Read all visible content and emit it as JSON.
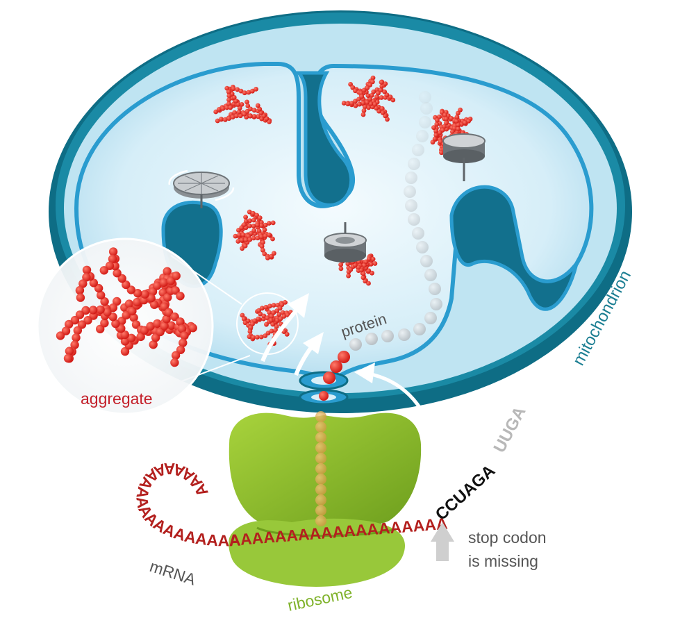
{
  "labels": {
    "mitochondrion": "mitochondrion",
    "protein": "protein",
    "aggregate": "aggregate",
    "mrna": "mRNA",
    "ribosome": "ribosome",
    "stop_codon_line1": "stop codon",
    "stop_codon_line2": "is missing",
    "mrna_tail_sequence": "AAAAAAAAAAAAAAAAAAAAAAAAAAAAAAAAAA",
    "mrna_bound_sequence": "AAAAAAAAAAAAAAAAAAAAAAAAAAAAAA",
    "mrna_codon_sequence": "CCUAGA",
    "mrna_faded_sequence": "UUGA"
  },
  "colors": {
    "outer_membrane": "#0f6f87",
    "outer_membrane_dark": "#0a5568",
    "matrix": "#d9eff8",
    "inner_membrane": "#2a9ccf",
    "crista_fill": "#116f8c",
    "aggregate_red": "#e5261f",
    "ribosome_green": "#8bbf2a",
    "ribosome_green_dark": "#6d9e1d",
    "mrna_red": "#b3201e",
    "label_teal": "#1d7f93",
    "label_green": "#7fb22a",
    "label_red": "#c4202a",
    "label_grey": "#666666"
  },
  "icons": {
    "rotor": "atp-synthase-icon",
    "pore": "import-pore-icon",
    "arrow": "arrow-icon"
  }
}
